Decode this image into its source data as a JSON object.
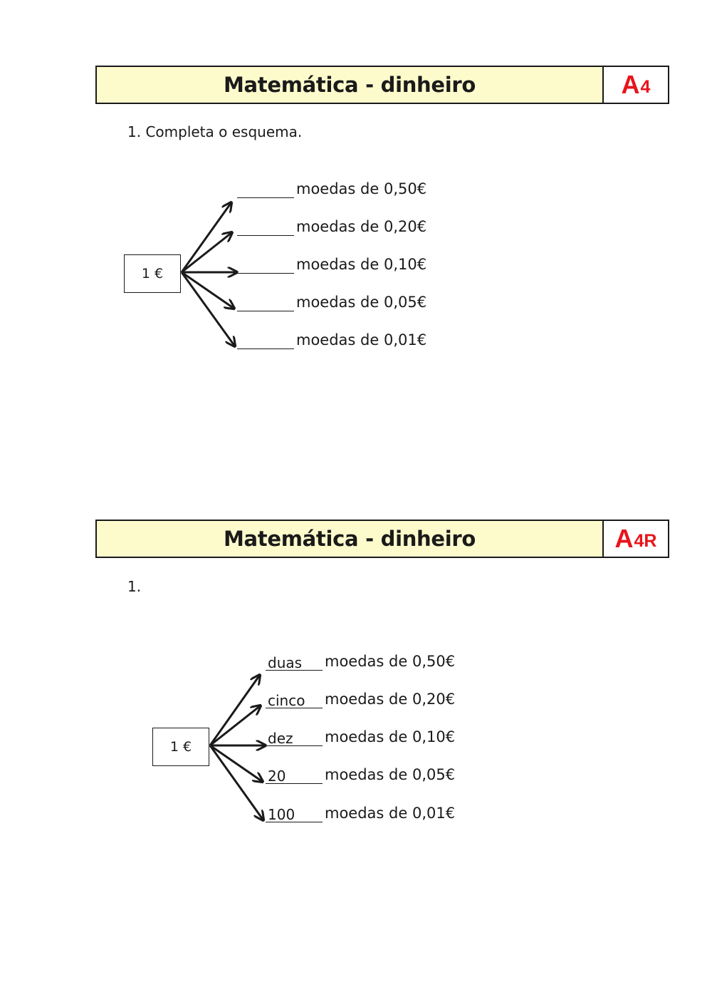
{
  "sections": [
    {
      "title": "Matemática - dinheiro",
      "code_letter": "A",
      "code_suffix": "4",
      "question": "1. Completa o esquema.",
      "value_box": "1 €",
      "rows": [
        {
          "answer": "",
          "label": "moedas de 0,50€"
        },
        {
          "answer": "",
          "label": "moedas de 0,20€"
        },
        {
          "answer": "",
          "label": "moedas de 0,10€"
        },
        {
          "answer": "",
          "label": "moedas de 0,05€"
        },
        {
          "answer": "",
          "label": "moedas de 0,01€"
        }
      ]
    },
    {
      "title": "Matemática - dinheiro",
      "code_letter": "A",
      "code_suffix": "4R",
      "question": "1.",
      "value_box": "1 €",
      "rows": [
        {
          "answer": "duas",
          "label": "moedas de 0,50€"
        },
        {
          "answer": "cinco",
          "label": "moedas de 0,20€"
        },
        {
          "answer": "dez",
          "label": "moedas de 0,10€"
        },
        {
          "answer": "20",
          "label": "moedas de 0,05€"
        },
        {
          "answer": "100",
          "label": "moedas de 0,01€"
        }
      ]
    }
  ]
}
